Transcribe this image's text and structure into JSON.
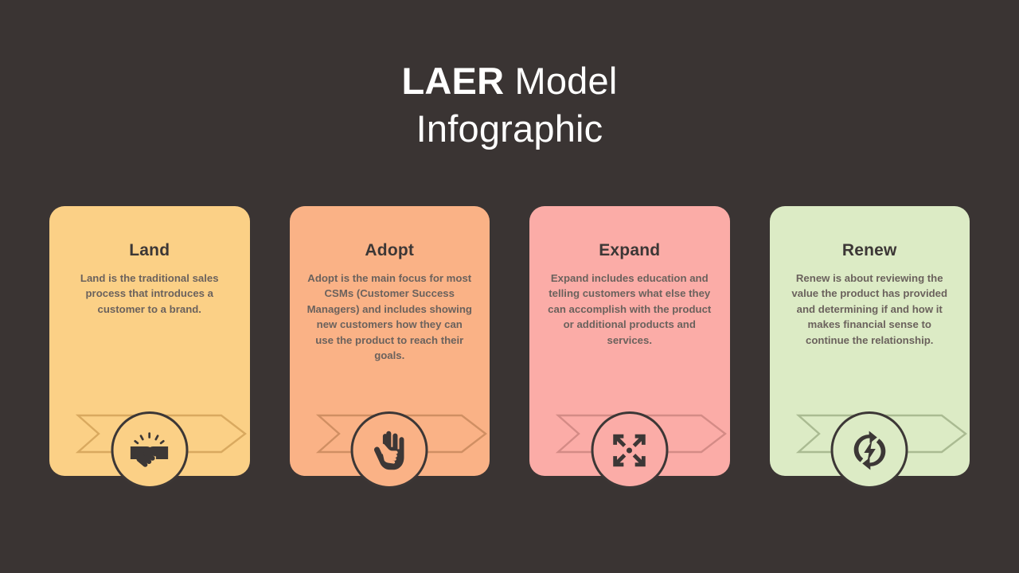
{
  "page": {
    "background_color": "#3a3433",
    "title_line_1_strong": "LAER",
    "title_line_1_light": " Model",
    "title_line_2": "Infographic",
    "title_color": "#ffffff"
  },
  "cards": [
    {
      "key": "land",
      "title": "Land",
      "body": "Land is the traditional sales process that introduces a customer to a brand.",
      "fill_color": "#fbd086",
      "banner_color": "#d9a95f",
      "icon_name": "handshake-icon",
      "icon_color": "#3c3736"
    },
    {
      "key": "adopt",
      "title": "Adopt",
      "body": "Adopt is the main focus for most CSMs (Customer Success Managers) and includes showing new customers how they can use the product to reach their goals.",
      "fill_color": "#fab286",
      "banner_color": "#d08f63",
      "icon_name": "raised-hand-icon",
      "icon_color": "#3c3736"
    },
    {
      "key": "expand",
      "title": "Expand",
      "body": "Expand includes education and telling customers what else they can accomplish with the product or additional products and services.",
      "fill_color": "#fbaca7",
      "banner_color": "#d48b86",
      "icon_name": "expand-arrows-icon",
      "icon_color": "#3c3736"
    },
    {
      "key": "renew",
      "title": "Renew",
      "body": "Renew is about reviewing the value the product has provided and determining if and how it makes financial sense to continue the relationship.",
      "fill_color": "#dcebc5",
      "banner_color": "#aabb92",
      "icon_name": "refresh-bolt-icon",
      "icon_color": "#3c3736"
    }
  ]
}
